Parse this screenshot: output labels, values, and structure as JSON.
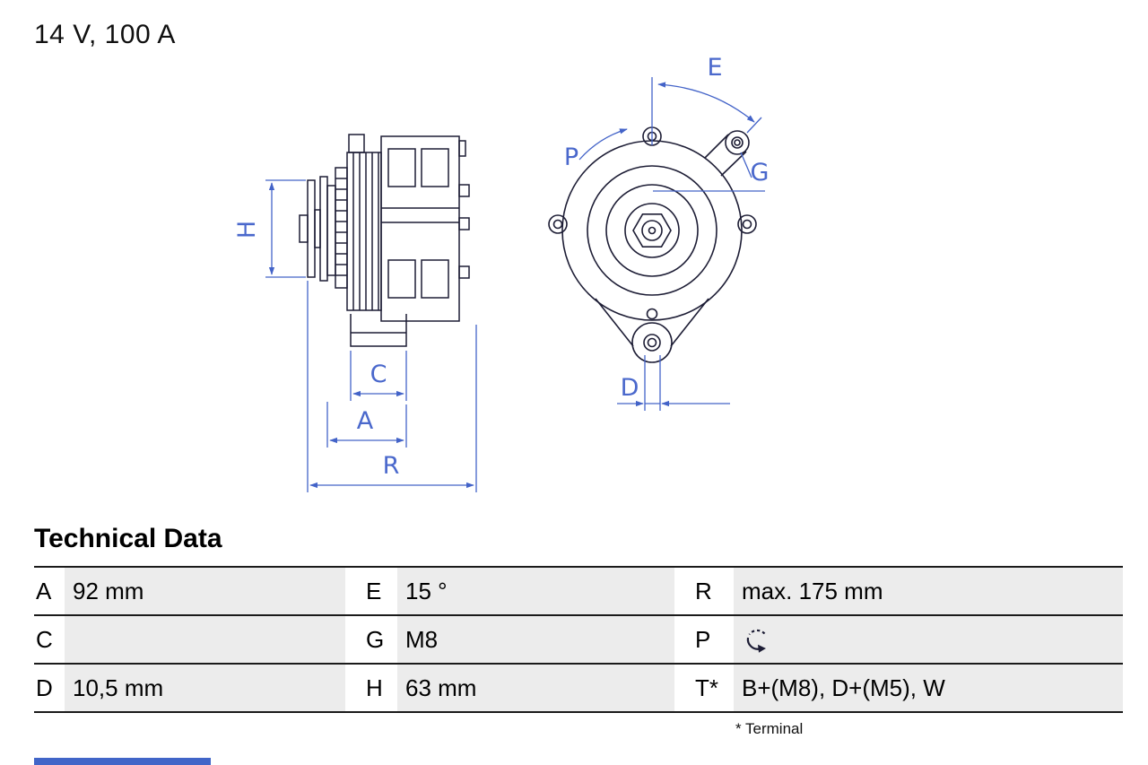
{
  "header": {
    "rating": "14 V, 100 A"
  },
  "drawing": {
    "labels": {
      "H": "H",
      "C": "C",
      "A": "A",
      "R": "R",
      "E": "E",
      "P": "P",
      "G": "G",
      "D": "D"
    }
  },
  "technical_data": {
    "title": "Technical Data",
    "footnote": "* Terminal",
    "rows": [
      {
        "cells": [
          {
            "key": "A",
            "value": "92 mm"
          },
          {
            "key": "E",
            "value": "15 °"
          },
          {
            "key": "R",
            "value": "max. 175 mm"
          }
        ]
      },
      {
        "cells": [
          {
            "key": "C",
            "value": ""
          },
          {
            "key": "G",
            "value": "M8"
          },
          {
            "key": "P",
            "value": "",
            "icon": "counterclockwise-rotation-icon"
          }
        ]
      },
      {
        "cells": [
          {
            "key": "D",
            "value": "10,5 mm"
          },
          {
            "key": "H",
            "value": "63 mm"
          },
          {
            "key": "T*",
            "value": "B+(M8), D+(M5), W"
          }
        ]
      }
    ]
  },
  "colors": {
    "dimension_blue": "#4363c8",
    "drawing_dark": "#1d1d35",
    "value_cell_gray": "#ececec",
    "bottom_bar_blue": "#4165c8"
  }
}
